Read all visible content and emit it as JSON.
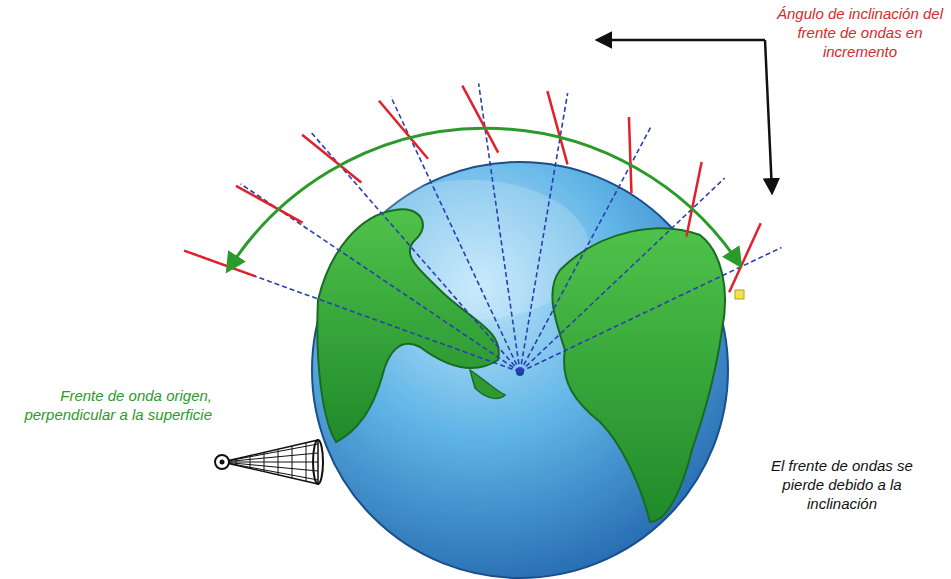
{
  "diagram": {
    "labels": [
      "Ángulo de inclinación del frente de ondas en incremento",
      "Frente de onda origen, perpendicular a la superficie",
      "El frente de ondas se pierde debido a la inclinación"
    ]
  }
}
